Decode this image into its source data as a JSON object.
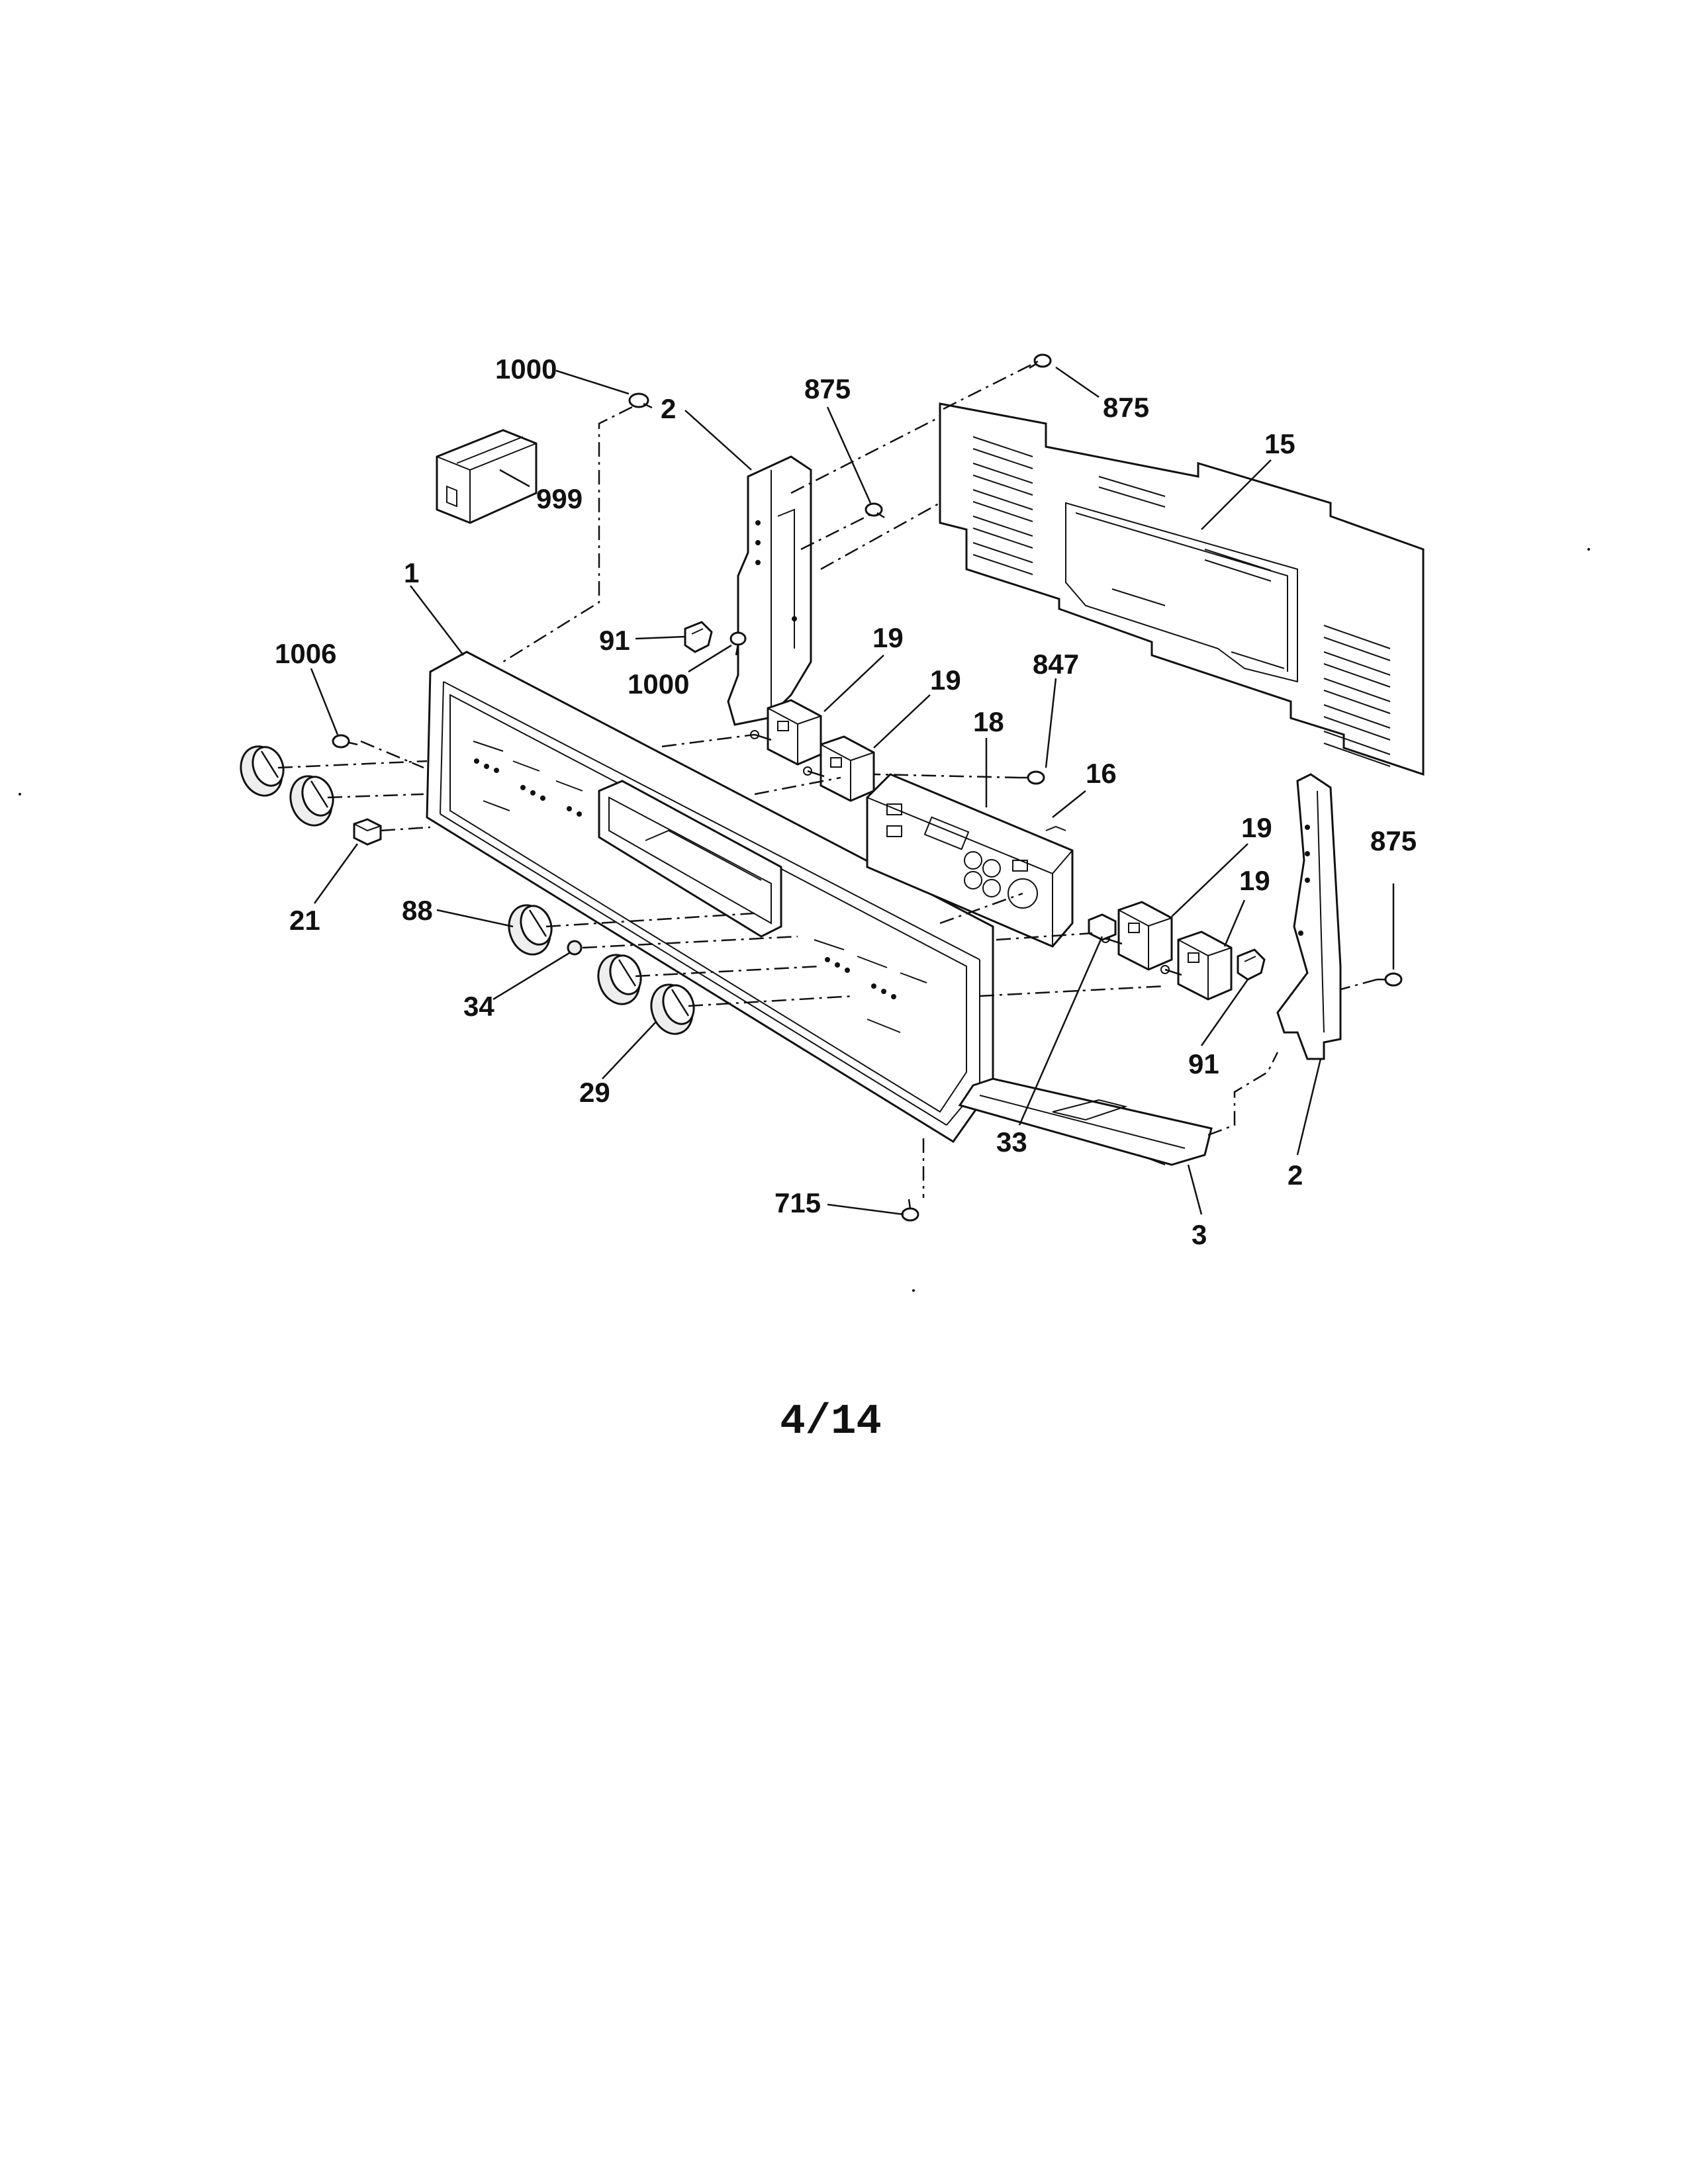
{
  "labels": {
    "l1000a": "1000",
    "l999": "999",
    "l2a": "2",
    "l875a": "875",
    "l875b": "875",
    "l15": "15",
    "l1": "1",
    "l91a": "91",
    "l1000b": "1000",
    "l1006": "1006",
    "l19a": "19",
    "l19b": "19",
    "l847": "847",
    "l18": "18",
    "l16": "16",
    "l21": "21",
    "l88": "88",
    "l34": "34",
    "l29": "29",
    "l19c": "19",
    "l19d": "19",
    "l875c": "875",
    "l91b": "91",
    "l33": "33",
    "l2b": "2",
    "l3": "3",
    "l715": "715"
  },
  "page_number": "4/14"
}
